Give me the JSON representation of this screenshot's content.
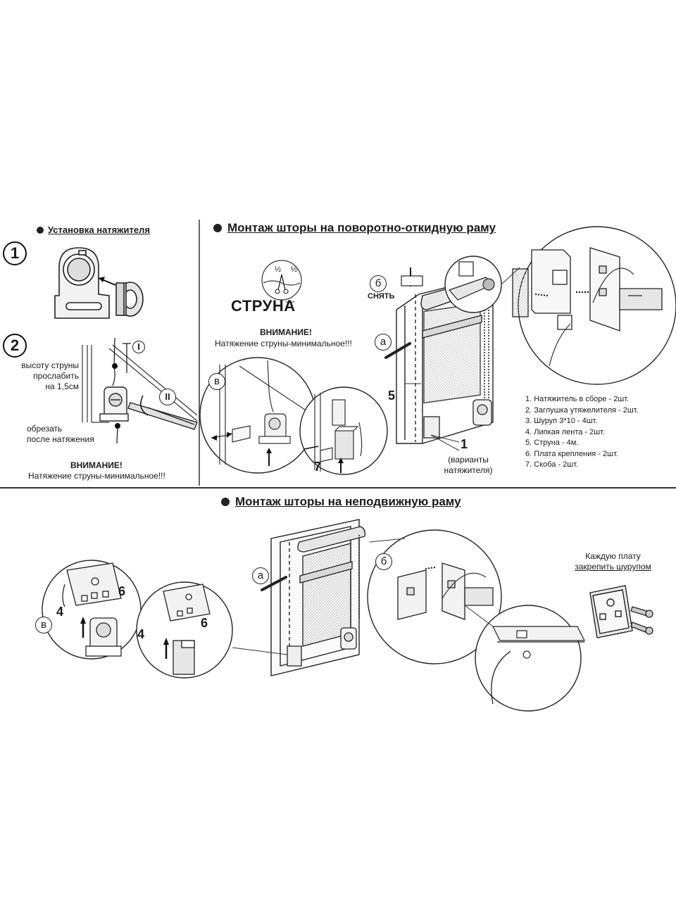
{
  "section1": {
    "title": "Установка натяжителя",
    "step1_label": "1",
    "step2_label": "2",
    "roman_one": "I",
    "roman_two": "II",
    "slack_label": [
      "высоту струны",
      "прослабить",
      "на 1,5см"
    ],
    "cut_label": [
      "обрезать",
      "после натяжения"
    ],
    "warning_title": "ВНИМАНИЕ!",
    "warning_text": "Натяжение струны-минимальное!!!"
  },
  "section2": {
    "title": "Монтаж шторы на поворотно-откидную раму",
    "string_label": "СТРУНА",
    "half_a": "½",
    "half_b": "½",
    "warning_title": "ВНИМАНИЕ!",
    "warning_text": "Натяжение струны-минимальное!!!",
    "letter_a": "а",
    "letter_b": "б",
    "letter_v": "в",
    "remove_label": "СНЯТЬ",
    "num_5": "5",
    "num_7": "7",
    "num_1": "1",
    "variants_label": [
      "(варианты",
      "натяжителя)"
    ],
    "parts_list": [
      "1. Натяжитель в сборе - 2шт.",
      "2. Заглушка утяжелителя - 2шт.",
      "3. Шуруп 3*10 - 4шт.",
      "4. Липкая лента - 2шт.",
      "5. Струна - 4м.",
      "6. Плата крепления - 2шт.",
      "7. Скоба - 2шт."
    ]
  },
  "section3": {
    "title": "Монтаж шторы на неподвижную раму",
    "letter_a": "а",
    "letter_b": "б",
    "letter_v": "в",
    "num_4a": "4",
    "num_6a": "6",
    "num_4b": "4",
    "num_6b": "6",
    "note_title": "Каждую плату",
    "note_text": "закрепить шурупом"
  }
}
